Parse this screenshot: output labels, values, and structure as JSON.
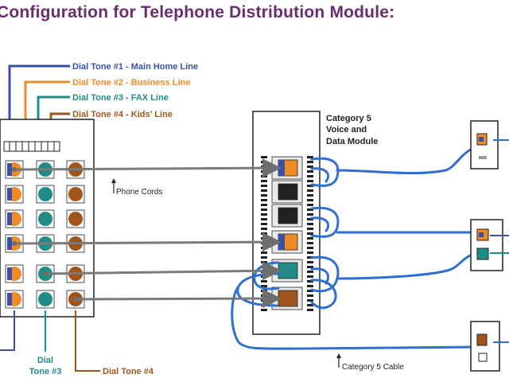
{
  "title": "Configuration for Telephone Distribution Module:",
  "dial_tone_labels": [
    {
      "text": "Dial Tone #1 - Main Home Line",
      "color": "#3a4fa8"
    },
    {
      "text": "Dial Tone #2 - Business Line",
      "color": "#f08a24"
    },
    {
      "text": "Dial Tone #3 - FAX Line",
      "color": "#1f8c86"
    },
    {
      "text": "Dial Tone #4 - Kids' Line",
      "color": "#a0561a"
    }
  ],
  "bottom_labels": {
    "dial_tone_3": [
      "Dial",
      "Tone #3"
    ],
    "dial_tone_4": "Dial Tone #4"
  },
  "phone_cords_label": "Phone Cords",
  "module_label": [
    "Category 5",
    "Voice and",
    "Data Module"
  ],
  "cable_label": "Category 5 Cable",
  "colors": {
    "blue": "#3a4fa8",
    "orange": "#f08a24",
    "teal": "#1f8c86",
    "brown": "#a0561a",
    "cable_blue": "#2f6fd1",
    "cord_gray": "#7a7a7a",
    "title": "#6b2d6f"
  }
}
